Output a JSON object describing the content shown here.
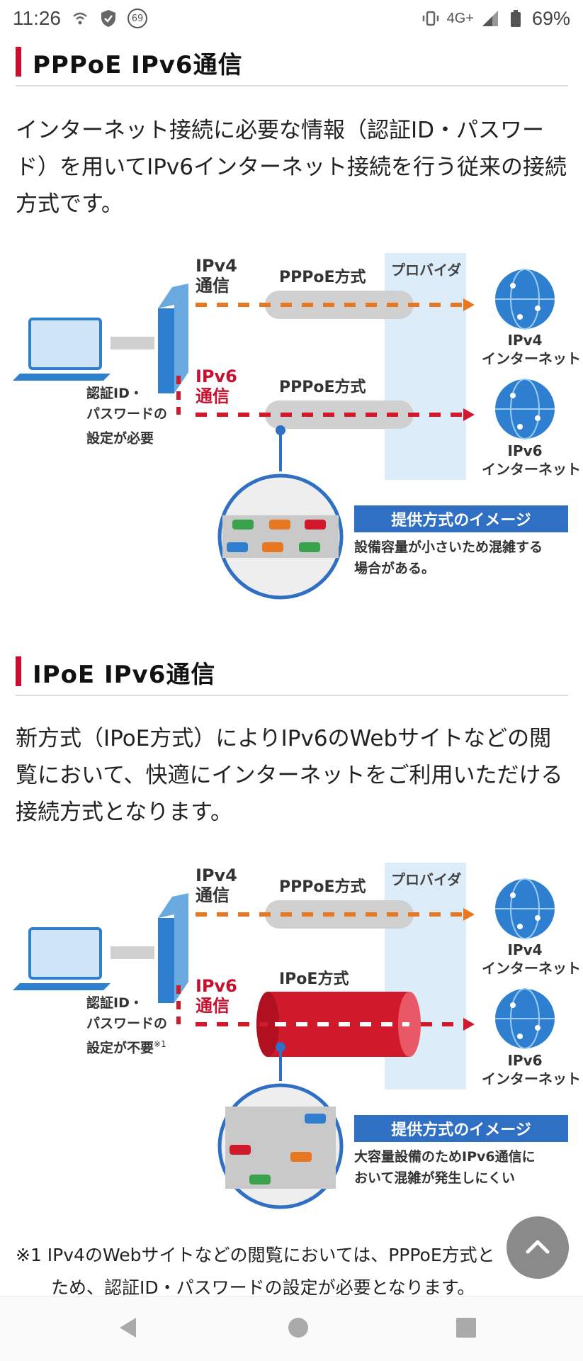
{
  "status_bar": {
    "time": "11:26",
    "network": "4G+",
    "battery": "69%",
    "notification_badge": "69"
  },
  "sections": [
    {
      "heading": "PPPoE IPv6通信",
      "paragraph": "インターネット接続に必要な情報（認証ID・パスワード）を用いてIPv6インターネット接続を行う従来の接続方式です。",
      "diagram": {
        "ipv4_label_1": "IPv4",
        "ipv4_label_2": "通信",
        "ipv6_label_1": "IPv6",
        "ipv6_label_2": "通信",
        "top_method": "PPPoE方式",
        "bottom_method": "PPPoE方式",
        "provider": "プロバイダ",
        "ipv4_net_1": "IPv4",
        "ipv4_net_2": "インターネット",
        "ipv6_net_1": "IPv6",
        "ipv6_net_2": "インターネット",
        "note_1": "認証ID・",
        "note_2": "パスワードの",
        "note_3": "設定が必要",
        "note_sup": "",
        "image_title": "提供方式のイメージ",
        "image_desc_1": "設備容量が小さいため混雑する",
        "image_desc_2": "場合がある。"
      }
    },
    {
      "heading": "IPoE IPv6通信",
      "paragraph": "新方式（IPoE方式）によりIPv6のWebサイトなどの閲覧において、快適にインターネットをご利用いただける接続方式となります。",
      "diagram": {
        "ipv4_label_1": "IPv4",
        "ipv4_label_2": "通信",
        "ipv6_label_1": "IPv6",
        "ipv6_label_2": "通信",
        "top_method": "PPPoE方式",
        "bottom_method": "IPoE方式",
        "provider": "プロバイダ",
        "ipv4_net_1": "IPv4",
        "ipv4_net_2": "インターネット",
        "ipv6_net_1": "IPv6",
        "ipv6_net_2": "インターネット",
        "note_1": "認証ID・",
        "note_2": "パスワードの",
        "note_3": "設定が不要",
        "note_sup": "※1",
        "image_title": "提供方式のイメージ",
        "image_desc_1": "大容量設備のためIPv6通信に",
        "image_desc_2": "おいて混雑が発生しにくい"
      }
    }
  ],
  "footnote": {
    "line1": "※1 IPv4のWebサイトなどの閲覧においては、PPPoE方式と",
    "line2": "ため、認証ID・パスワードの設定が必要となります。"
  },
  "icons": {
    "scroll_top": "chevron-up-icon",
    "nav_back": "back-triangle-icon",
    "nav_home": "home-circle-icon",
    "nav_recents": "recents-square-icon"
  },
  "colors": {
    "accent_red": "#c8102e",
    "ipv4_orange": "#e87722",
    "ipv6_red": "#d0192a",
    "device_blue": "#2f7fd0",
    "banner_blue": "#2f6fc4",
    "provider_bg": "#dcecf8"
  }
}
